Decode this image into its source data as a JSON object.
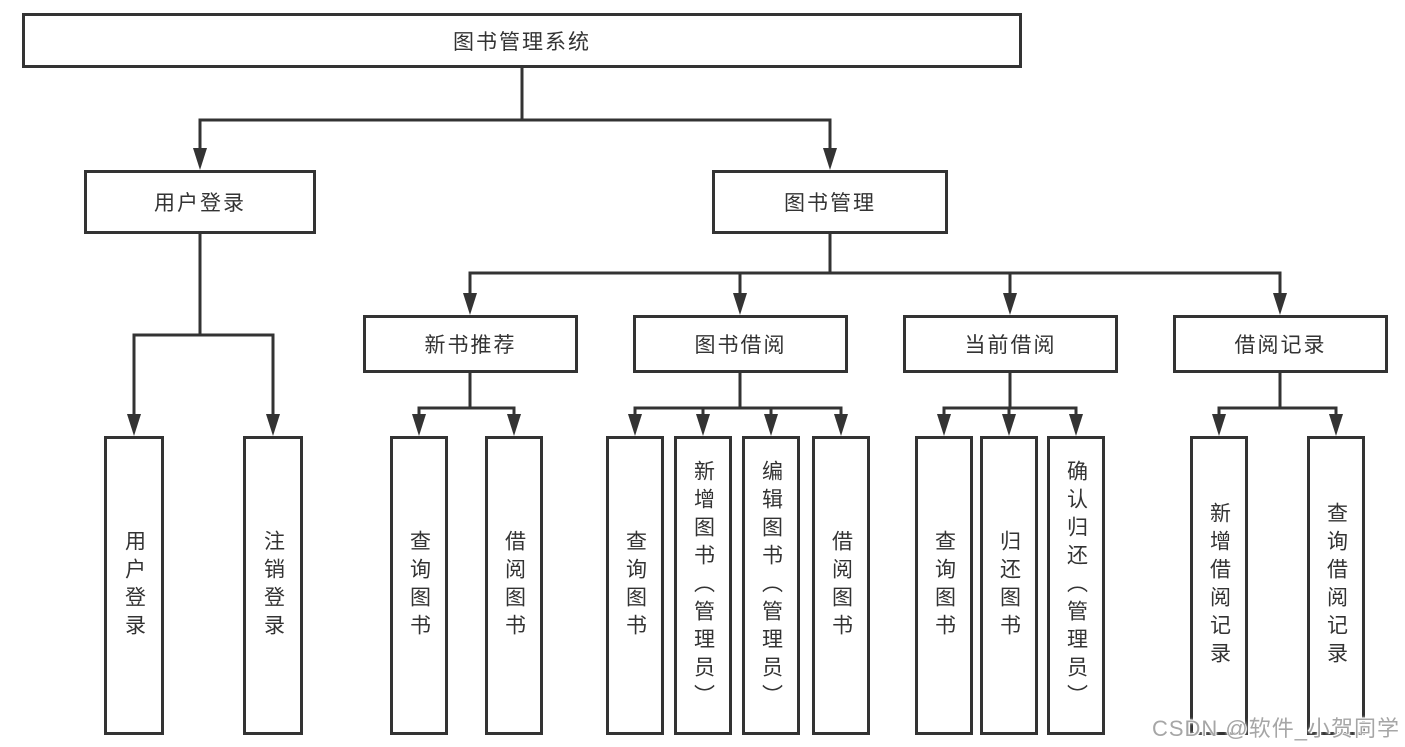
{
  "tree": {
    "root": {
      "label": "图书管理系统"
    },
    "branches": [
      {
        "label": "用户登录",
        "children": [
          {
            "label": "用户登录"
          },
          {
            "label": "注销登录"
          }
        ]
      },
      {
        "label": "图书管理",
        "sections": [
          {
            "label": "新书推荐",
            "children": [
              {
                "label": "查询图书"
              },
              {
                "label": "借阅图书"
              }
            ]
          },
          {
            "label": "图书借阅",
            "children": [
              {
                "label": "查询图书"
              },
              {
                "label": "新增图书（管理员）"
              },
              {
                "label": "编辑图书（管理员）"
              },
              {
                "label": "借阅图书"
              }
            ]
          },
          {
            "label": "当前借阅",
            "children": [
              {
                "label": "查询图书"
              },
              {
                "label": "归还图书"
              },
              {
                "label": "确认归还（管理员）"
              }
            ]
          },
          {
            "label": "借阅记录",
            "children": [
              {
                "label": "新增借阅记录"
              },
              {
                "label": "查询借阅记录"
              }
            ]
          }
        ]
      }
    ]
  },
  "watermark": {
    "text": "CSDN @软件_小贺同学"
  },
  "colors": {
    "line": "#333333",
    "text": "#333333",
    "watermark": "#a6a6a6",
    "background": "#ffffff"
  }
}
